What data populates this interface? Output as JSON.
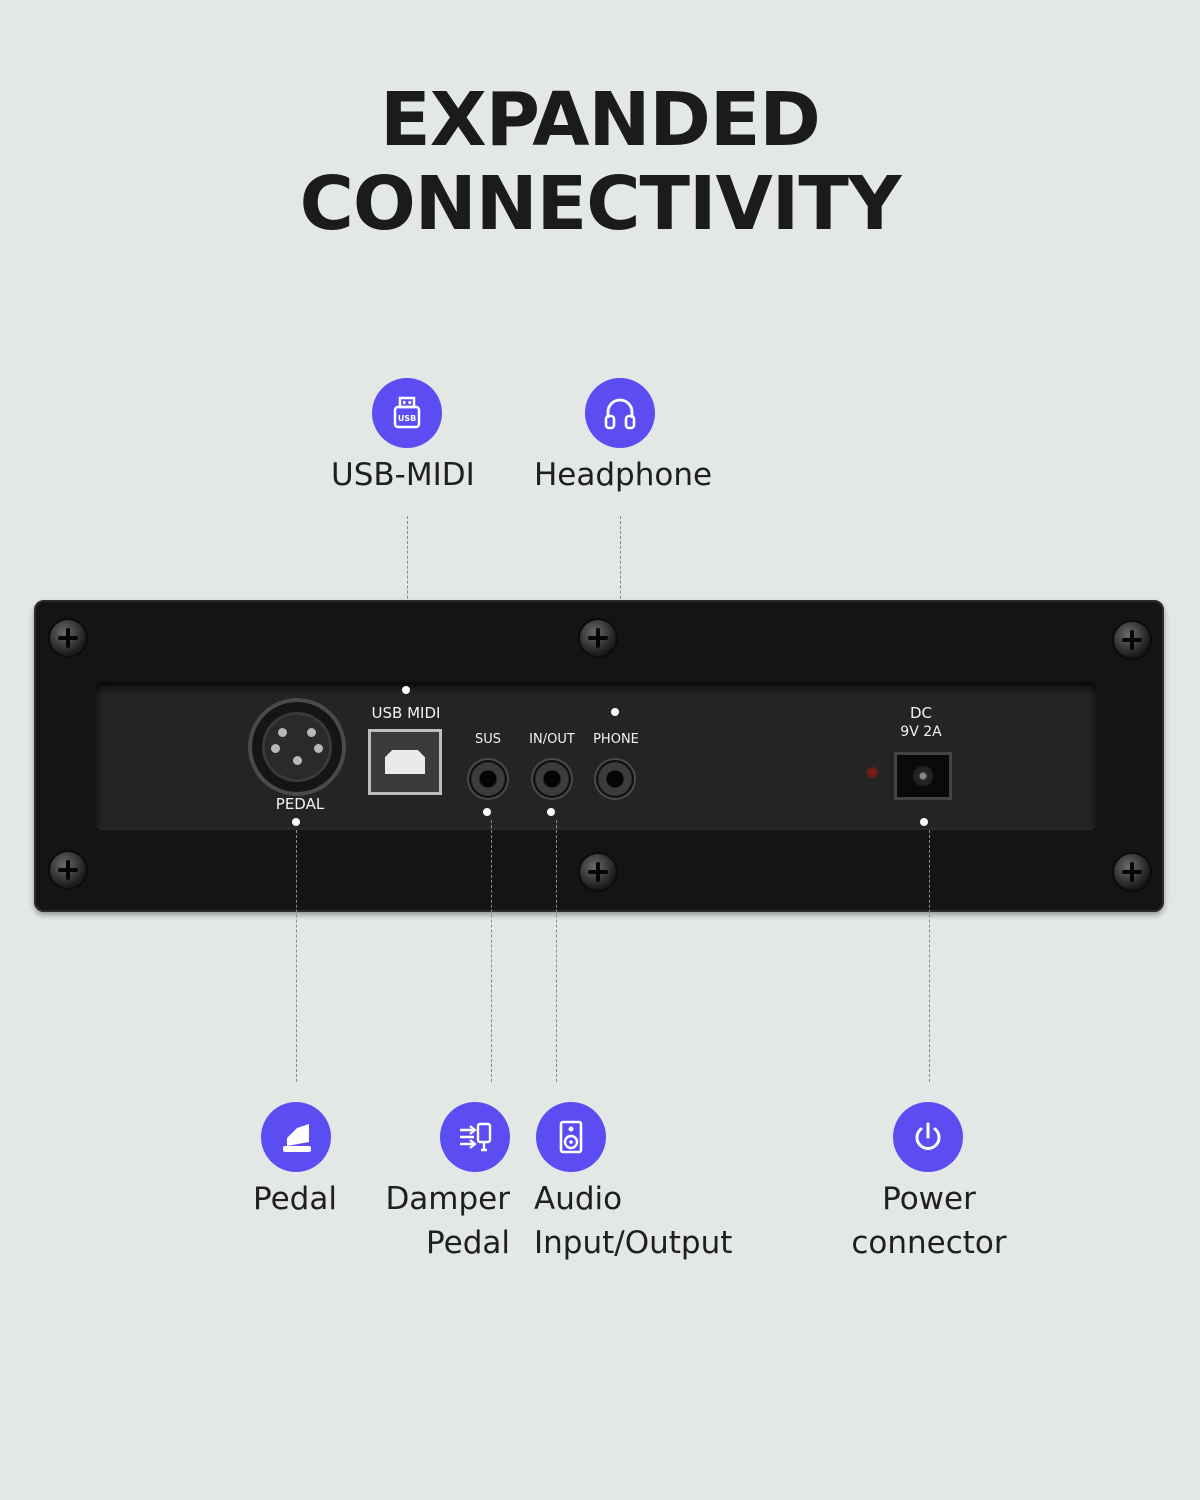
{
  "title": {
    "line1": "EXPANDED",
    "line2": "CONNECTIVITY"
  },
  "accent_color": "#5b4df2",
  "callouts_top": [
    {
      "label": "USB-MIDI",
      "icon": "usb-icon"
    },
    {
      "label": "Headphone",
      "icon": "headphone-icon"
    }
  ],
  "callouts_bottom": [
    {
      "line1": "Pedal",
      "line2": "",
      "icon": "pedal-icon"
    },
    {
      "line1": "Damper",
      "line2": "Pedal",
      "icon": "damper-pedal-icon"
    },
    {
      "line1": "Audio",
      "line2": "Input/Output",
      "icon": "speaker-icon"
    },
    {
      "line1": "Power",
      "line2": "connector",
      "icon": "power-icon"
    }
  ],
  "panel": {
    "usb_midi": "USB MIDI",
    "sus": "SUS",
    "in_out": "IN/OUT",
    "phone": "PHONE",
    "pedal": "PEDAL",
    "dc": "DC",
    "dc_rating": "9V  2A"
  }
}
